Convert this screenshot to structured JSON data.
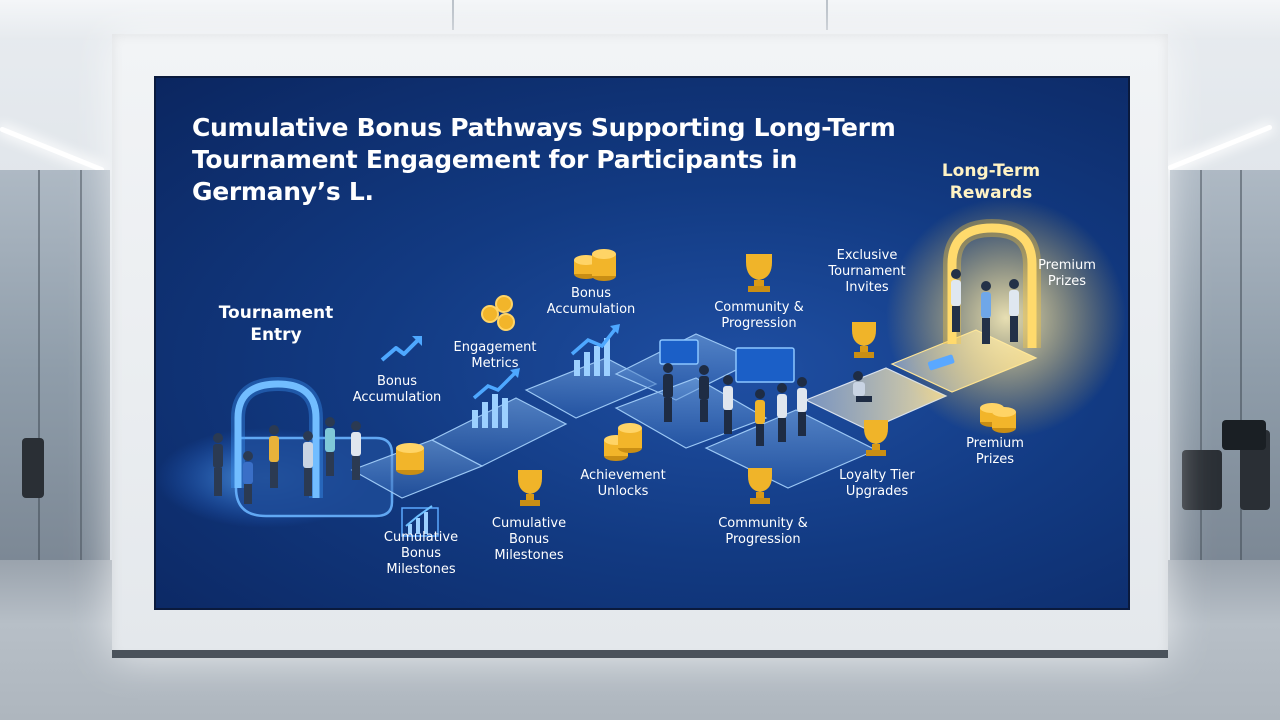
{
  "title": "Cumulative Bonus Pathways Supporting Long-Term Tournament Engagement for Participants in Germany’s L.",
  "stages": {
    "entry": "Tournament\nEntry",
    "long_term": "Long-Term\nRewards"
  },
  "labels": {
    "bonus_accumulation_left": "Bonus\nAccumulation",
    "cumulative_bonus_milestones_left": "Cumulative\nBonus\nMilestones",
    "engagement_metrics": "Engagement\nMetrics",
    "cumulative_bonus_milestones_mid": "Cumulative\nBonus\nMilestones",
    "bonus_accumulation_top": "Bonus\nAccumulation",
    "achievement_unlocks": "Achievement\nUnlocks",
    "community_progression_top": "Community &\nProgression",
    "community_progression_bottom": "Community &\nProgression",
    "exclusive_tournament_invites": "Exclusive\nTournament\nInvites",
    "loyalty_tier_upgrades": "Loyalty Tier\nUpgrades",
    "premium_prizes_right": "Premium\nPrizes",
    "premium_prizes_bottom": "Premium\nPrizes"
  },
  "colors": {
    "screen_dark": "#0b2660",
    "screen_mid": "#1f4fa3",
    "entry_glow": "#3d9bff",
    "reward_glow": "#ffd45a",
    "coin": "#f2b52a",
    "trophy": "#f0b429"
  },
  "icons": [
    "trend-arrow-icon",
    "coins-icon",
    "bar-chart-icon",
    "trophy-icon",
    "dashboard-screen-icon"
  ]
}
